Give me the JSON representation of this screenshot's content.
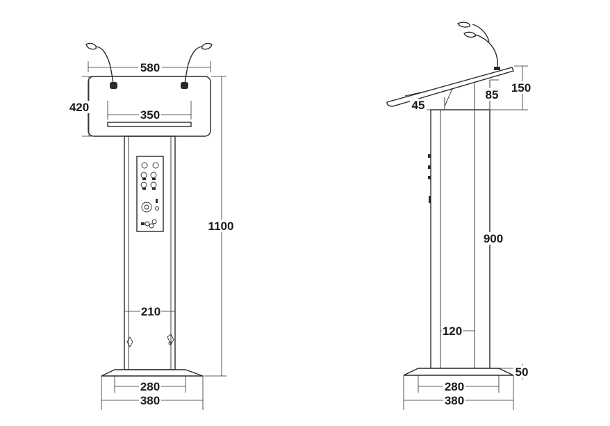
{
  "front_view": {
    "dims": {
      "top_width": "580",
      "top_height": "420",
      "shelf_width": "350",
      "total_height": "1100",
      "column_width": "210",
      "base_inner": "280",
      "base_outer": "380"
    }
  },
  "side_view": {
    "dims": {
      "lip": "45",
      "desk_rise": "85",
      "desk_height": "150",
      "column_height": "900",
      "column_depth": "120",
      "base_height": "50",
      "base_inner": "280",
      "base_outer": "380"
    }
  }
}
